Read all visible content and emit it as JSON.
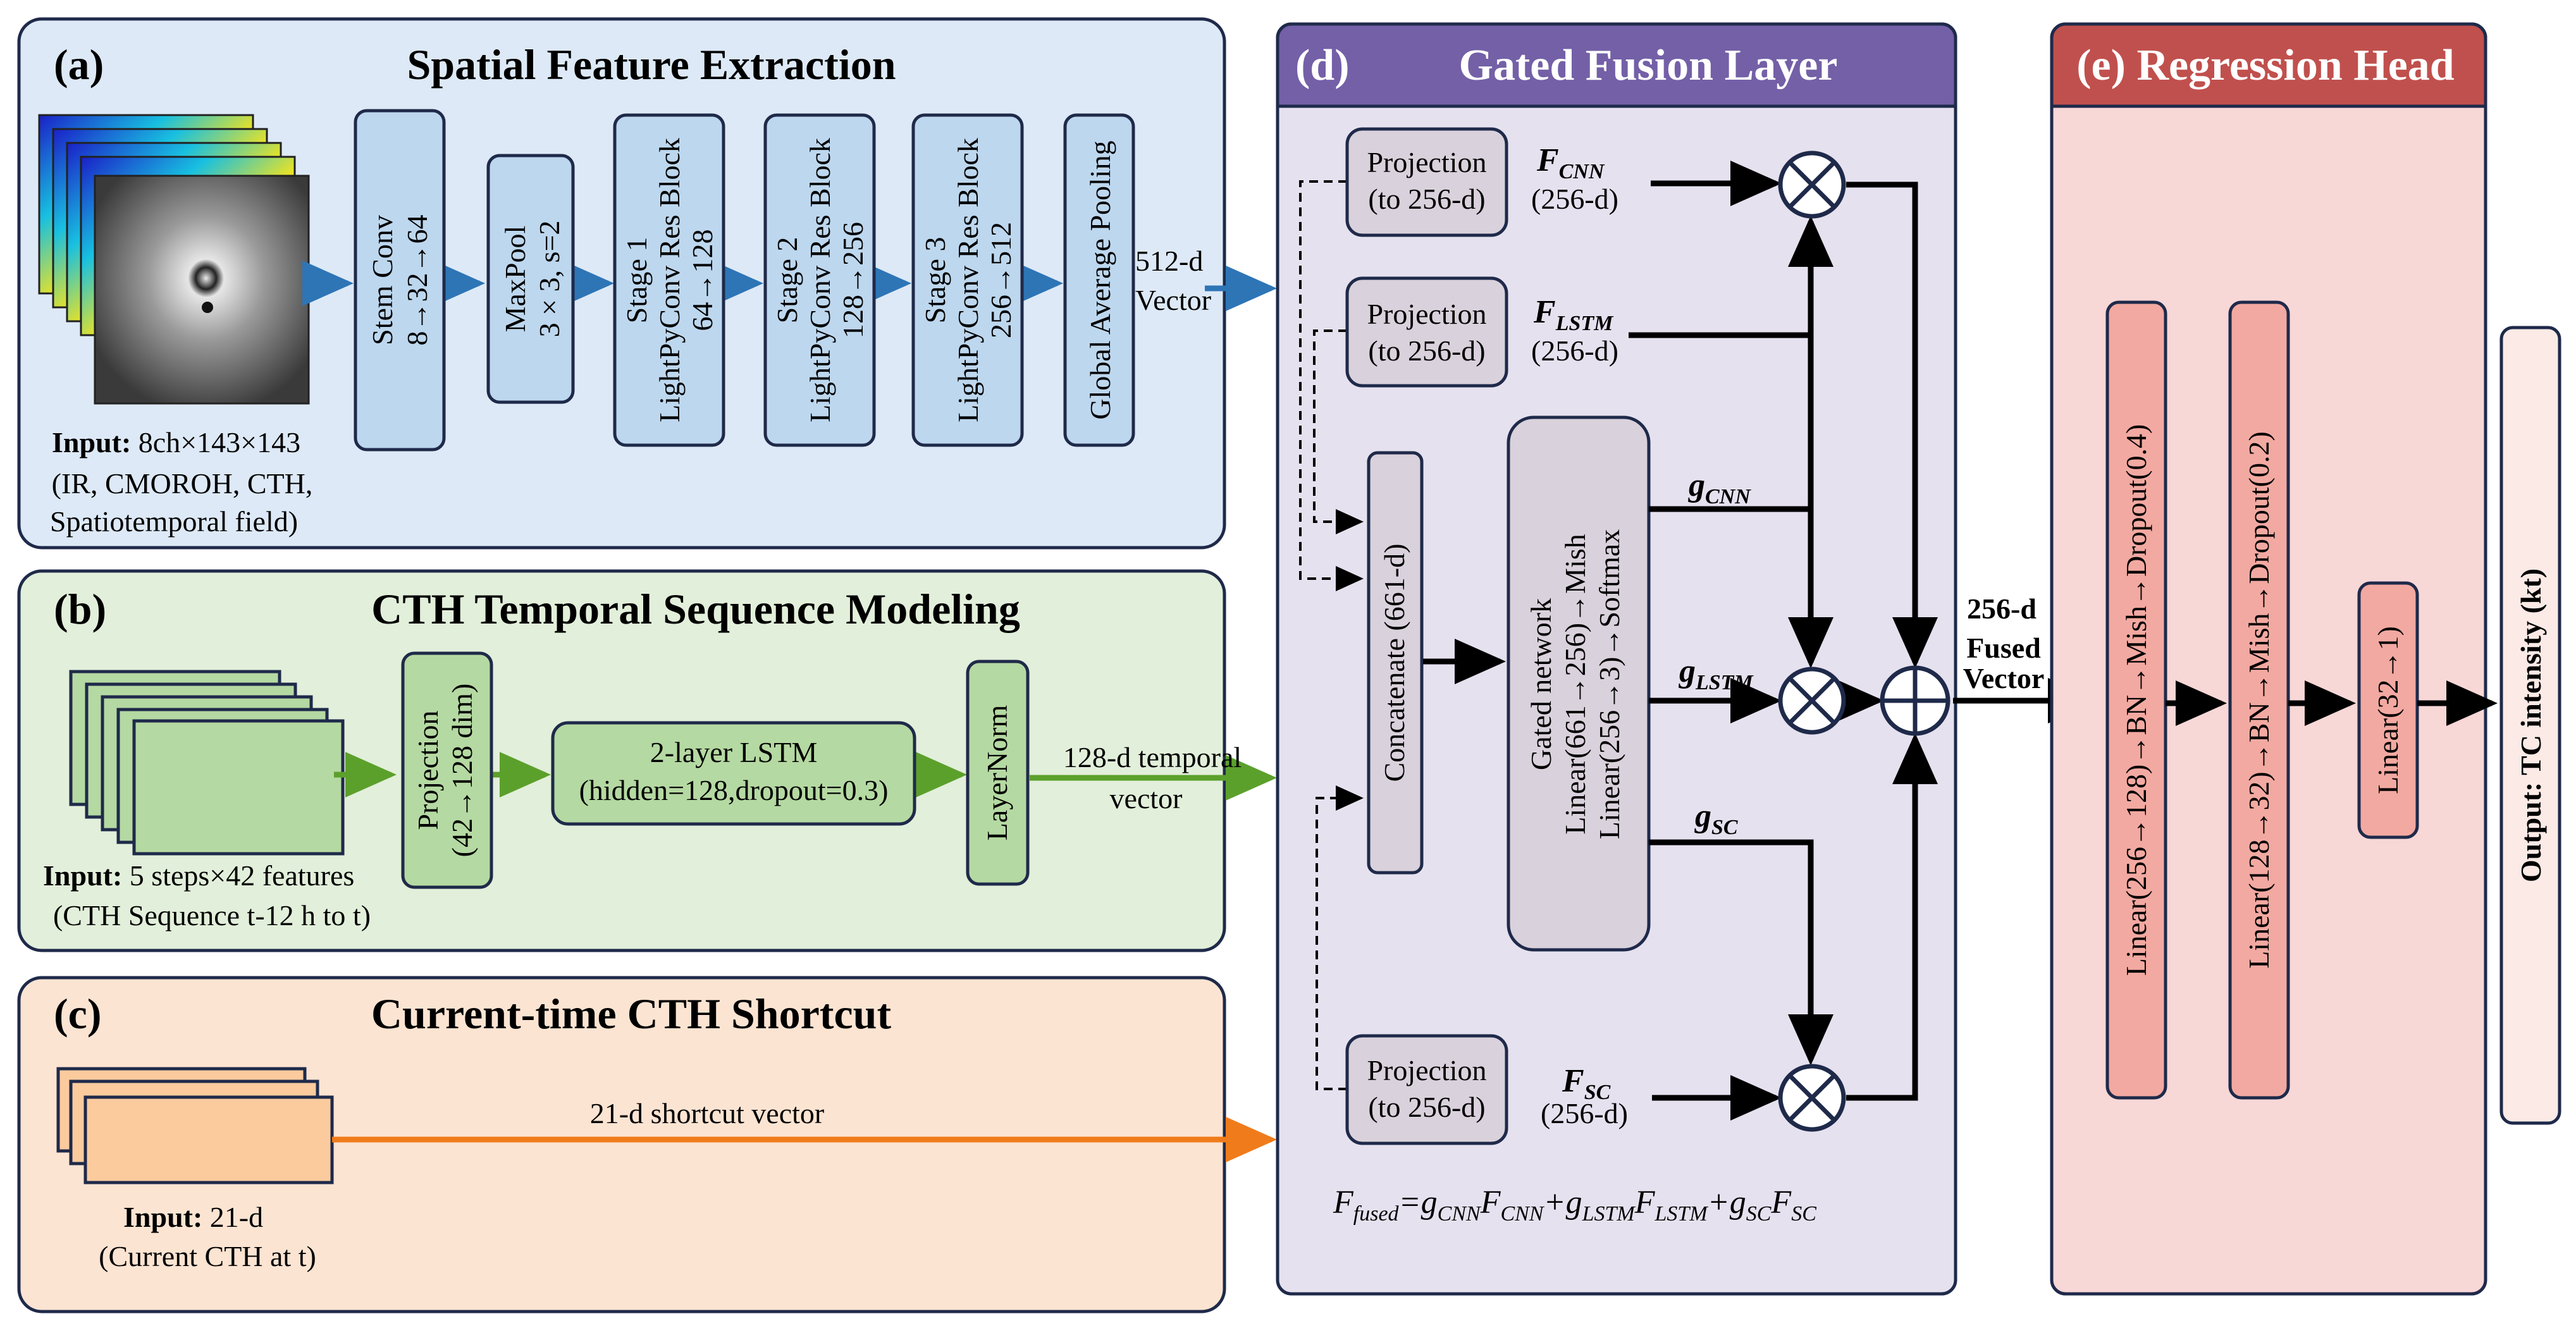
{
  "colors": {
    "blue_panel": "#dde9f6",
    "blue_box": "#bdd7ee",
    "blue_arrow": "#2e75b6",
    "green_panel": "#e2efda",
    "green_box": "#b5d9a2",
    "green_arrow": "#5ca02c",
    "orange_panel": "#fce4d2",
    "orange_box": "#fbcb9e",
    "orange_arrow": "#f07b1b",
    "purple_header": "#7360a7",
    "purple_panel": "#e6e1ef",
    "gray_box": "#d9d1db",
    "red_header": "#c0504d",
    "red_panel": "#f8d7d7",
    "red_box": "#f2a9a1",
    "output_box": "#fbeae6"
  },
  "panel_a": {
    "tag": "(a)",
    "title": "Spatial Feature Extraction",
    "input_bold": "Input:",
    "input_text": " 8ch×143×143",
    "input_line2": "(IR, CMOROH, CTH,",
    "input_line3": "Spatiotemporal field)",
    "stem": [
      "Stem Conv",
      "8→32→64"
    ],
    "maxpool": [
      "MaxPool",
      "3 × 3, s=2"
    ],
    "stage1": [
      "Stage 1",
      "LightPyConv Res Block",
      "64→128"
    ],
    "stage2": [
      "Stage 2",
      "LightPyConv Res Block",
      "128→256"
    ],
    "stage3": [
      "Stage 3",
      "LightPyConv Res Block",
      "256→512"
    ],
    "gap": "Global Average Pooling",
    "out_line1": "512-d",
    "out_line2": "Vector"
  },
  "panel_b": {
    "tag": "(b)",
    "title": "CTH Temporal Sequence Modeling",
    "input_bold": "Input:",
    "input_text": " 5 steps×42 features",
    "input_line2": "(CTH Sequence t-12 h to t)",
    "projection": [
      "Projection",
      "(42→128 dim)"
    ],
    "lstm_line1": "2-layer LSTM",
    "lstm_line2": "(hidden=128,dropout=0.3)",
    "layernorm": "LayerNorm",
    "out_line1": "128-d temporal",
    "out_line2": "vector"
  },
  "panel_c": {
    "tag": "(c)",
    "title": "Current-time CTH Shortcut",
    "input_bold": "Input:",
    "input_text": " 21-d",
    "input_line2": "(Current CTH at t)",
    "out_label": "21-d shortcut vector"
  },
  "panel_d": {
    "tag": "(d)",
    "title": "Gated Fusion Layer",
    "proj_line1": "Projection",
    "proj_line2": "(to 256-d)",
    "f_cnn": "F",
    "f_cnn_sub": "CNN",
    "f_lstm": "F",
    "f_lstm_sub": "LSTM",
    "f_sc": "F",
    "f_sc_sub": "SC",
    "dim": "(256-d)",
    "concat": "Concatenate (661-d)",
    "gated": [
      "Gated network",
      "Linear(661→256)→Mish",
      "Linear(256→3)→Softmax"
    ],
    "g": "g",
    "g_cnn_sub": "CNN",
    "g_lstm_sub": "LSTM",
    "g_sc_sub": "SC",
    "formula_lhs": "F",
    "formula_lhs_sub": "fused",
    "formula_eq": "=",
    "formula_plus": "+",
    "fused_dim": "256-d",
    "fused_line1": "Fused",
    "fused_line2": "Vector"
  },
  "panel_e": {
    "tag": "(e)",
    "title": "Regression Head",
    "layer1": "Linear(256→128)→BN→Mish→Dropout(0.4)",
    "layer2": "Linear(128→32)→BN→Mish→Dropout(0.2)",
    "layer3": "Linear(32→1)",
    "output": "Output: TC intensity (kt)"
  }
}
